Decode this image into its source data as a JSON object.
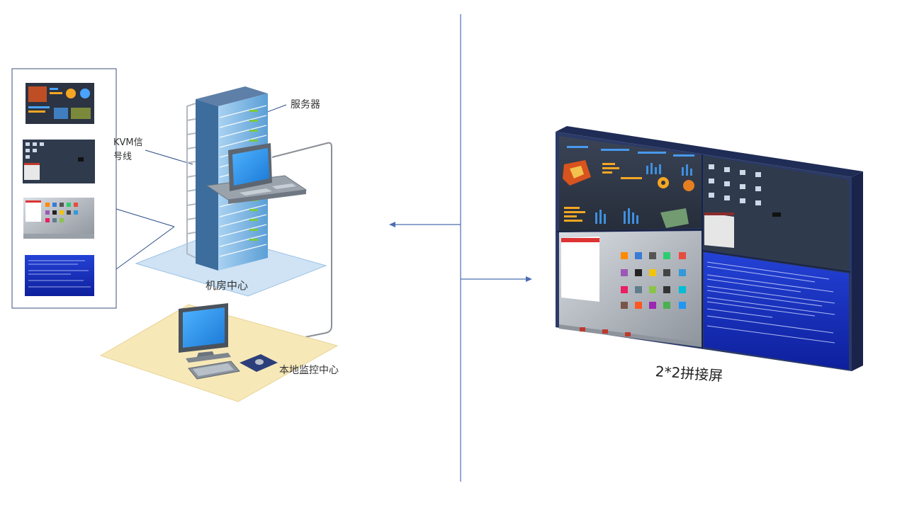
{
  "labels": {
    "server": "服务器",
    "kvm_signal": "KVM信号线",
    "machine_room": "机房中心",
    "local_monitor": "本地监控中心",
    "video_wall": "2*2拼接屏"
  },
  "colors": {
    "divider": "#4a6fb0",
    "rack_blue": "#7fb6e2",
    "room_floor": "#cfe3f5",
    "local_floor": "#f7e8b8",
    "bsod_blue": "#1530b8",
    "wall_frame": "#2b3a66"
  }
}
